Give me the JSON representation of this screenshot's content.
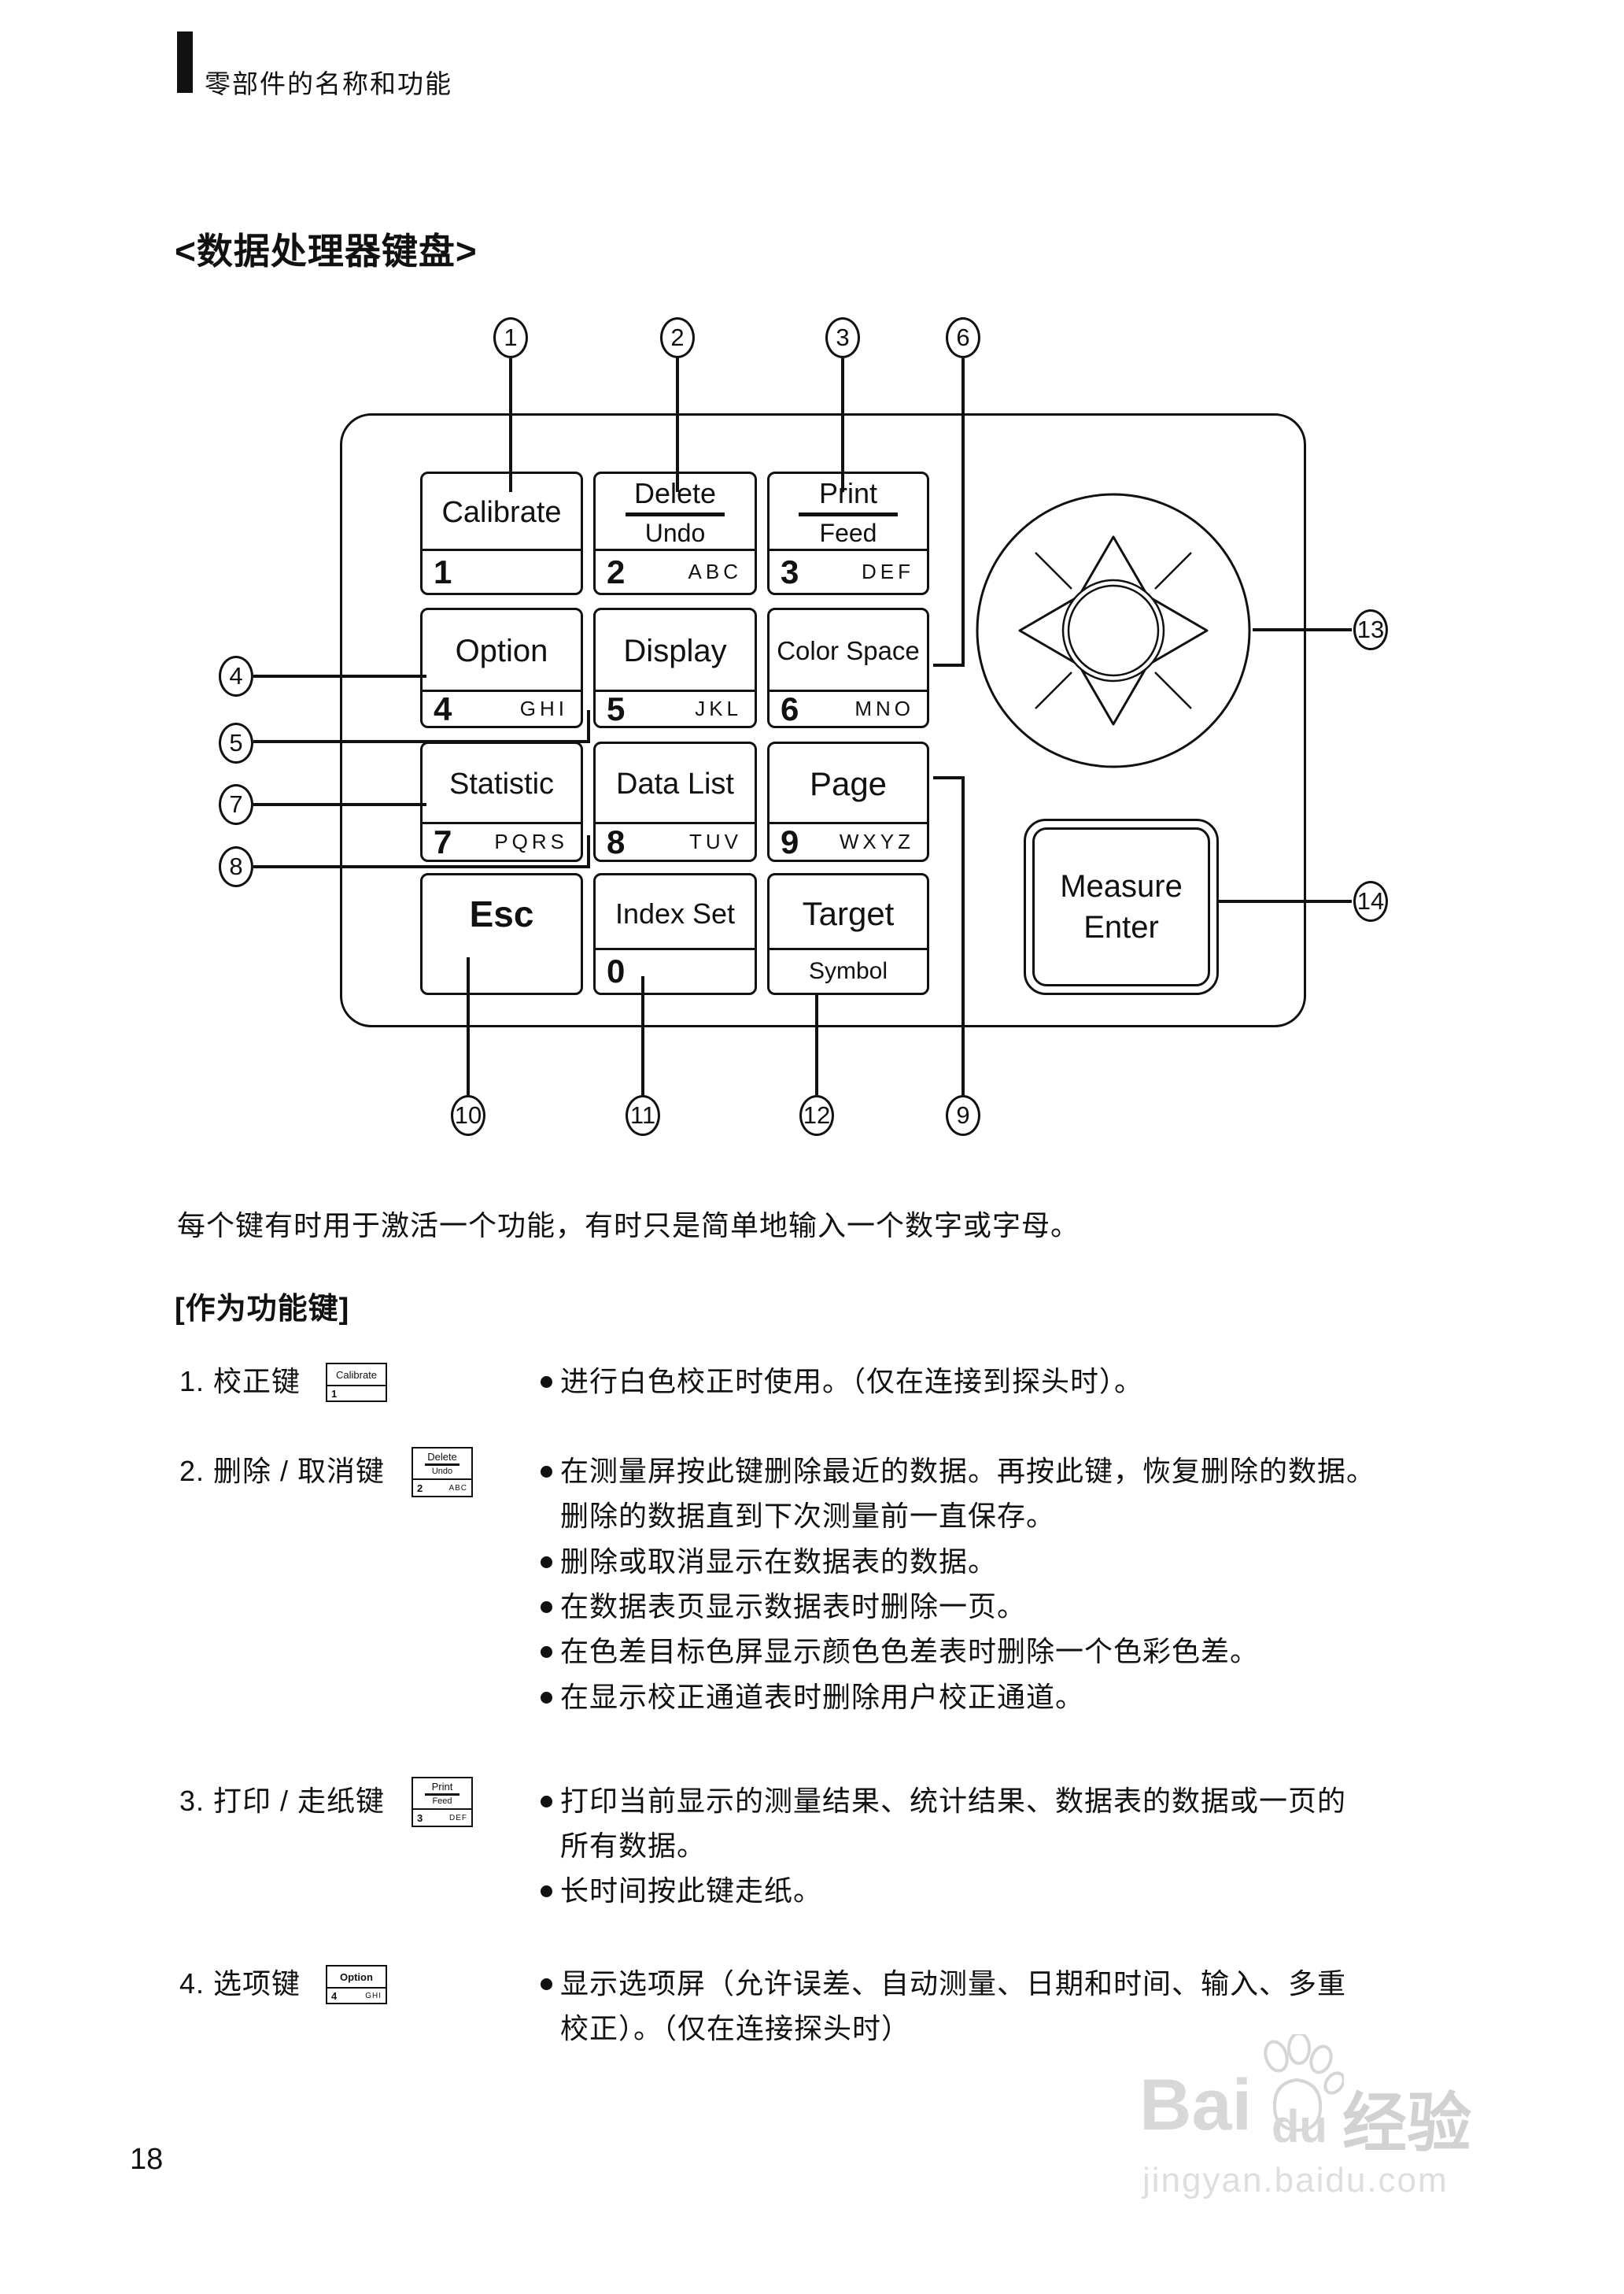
{
  "page": {
    "header": "零部件的名称和功能",
    "title": "<数据处理器键盘>",
    "intro": "每个键有时用于激活一个功能，有时只是简单地输入一个数字或字母。",
    "section_heading": "[作为功能键]",
    "page_number": "18"
  },
  "keypad": {
    "keys": {
      "calibrate": {
        "label": "Calibrate",
        "num": "1",
        "letters": ""
      },
      "delete": {
        "label": "Delete",
        "label2": "Undo",
        "num": "2",
        "letters": "ABC"
      },
      "print": {
        "label": "Print",
        "label2": "Feed",
        "num": "3",
        "letters": "DEF"
      },
      "option": {
        "label": "Option",
        "num": "4",
        "letters": "GHI"
      },
      "display": {
        "label": "Display",
        "num": "5",
        "letters": "JKL"
      },
      "color_space": {
        "label": "Color Space",
        "num": "6",
        "letters": "MNO"
      },
      "statistic": {
        "label": "Statistic",
        "num": "7",
        "letters": "PQRS"
      },
      "data_list": {
        "label": "Data List",
        "num": "8",
        "letters": "TUV"
      },
      "page": {
        "label": "Page",
        "num": "9",
        "letters": "WXYZ"
      },
      "esc": {
        "label": "Esc"
      },
      "index_set": {
        "label": "Index Set",
        "num": "0"
      },
      "target": {
        "label": "Target",
        "sub": "Symbol"
      }
    },
    "measure_enter": {
      "line1": "Measure",
      "line2": "Enter"
    },
    "callouts": {
      "c1": "1",
      "c2": "2",
      "c3": "3",
      "c4": "4",
      "c5": "5",
      "c6": "6",
      "c7": "7",
      "c8": "8",
      "c9": "9",
      "c10": "10",
      "c11": "11",
      "c12": "12",
      "c13": "13",
      "c14": "14"
    }
  },
  "items": [
    {
      "num": "1.",
      "name": "校正键",
      "key": {
        "top": "Calibrate",
        "num": "1"
      },
      "lines": [
        {
          "bullet": true,
          "text": "进行白色校正时使用。（仅在连接到探头时）。"
        }
      ]
    },
    {
      "num": "2.",
      "name": "删除 / 取消键",
      "key": {
        "top": "Delete",
        "mid": "Undo",
        "num": "2",
        "letters": "ABC"
      },
      "lines": [
        {
          "bullet": true,
          "text": "在测量屏按此键删除最近的数据。再按此键，恢复删除的数据。"
        },
        {
          "bullet": false,
          "text": "删除的数据直到下次测量前一直保存。"
        },
        {
          "bullet": true,
          "text": "删除或取消显示在数据表的数据。"
        },
        {
          "bullet": true,
          "text": "在数据表页显示数据表时删除一页。"
        },
        {
          "bullet": true,
          "text": "在色差目标色屏显示颜色色差表时删除一个色彩色差。"
        },
        {
          "bullet": true,
          "text": "在显示校正通道表时删除用户校正通道。"
        }
      ]
    },
    {
      "num": "3.",
      "name": "打印 / 走纸键",
      "key": {
        "top": "Print",
        "mid": "Feed",
        "num": "3",
        "letters": "DEF"
      },
      "lines": [
        {
          "bullet": true,
          "text": "打印当前显示的测量结果、统计结果、数据表的数据或一页的"
        },
        {
          "bullet": false,
          "text": "所有数据。"
        },
        {
          "bullet": true,
          "text": "长时间按此键走纸。"
        }
      ]
    },
    {
      "num": "4.",
      "name": "选项键",
      "key": {
        "top": "Option",
        "num": "4",
        "letters": "GHI"
      },
      "lines": [
        {
          "bullet": true,
          "text": "显示选项屏（允许误差、自动测量、日期和时间、输入、多重"
        },
        {
          "bullet": false,
          "text": "校正）。（仅在连接探头时）"
        }
      ]
    }
  ],
  "watermark": {
    "bai": "Bai",
    "du": "du",
    "cn": "经验",
    "domain": "jingyan.baidu.com"
  }
}
